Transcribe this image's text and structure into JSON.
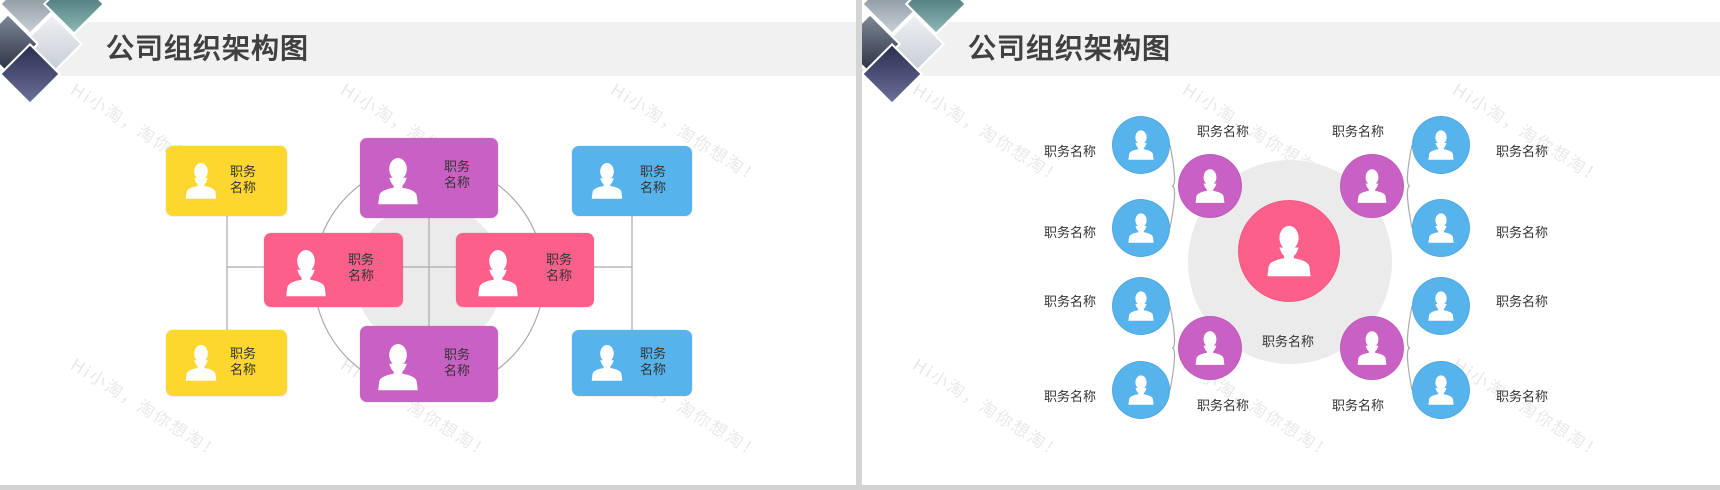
{
  "colors": {
    "yellow": "#fdd62e",
    "purple": "#c961c4",
    "pink": "#fd5f8b",
    "blue": "#56b3eb",
    "header_band": "#f1f1f1",
    "title": "#404040",
    "connector": "#aaaaaa",
    "hub": "#ebebeb"
  },
  "watermark": "Hi小淘，淘你想淘！",
  "slides": [
    {
      "title": "公司组织架构图",
      "cards": [
        {
          "id": "yellow-top",
          "color": "yellow",
          "line1": "职务",
          "line2": "名称"
        },
        {
          "id": "purple-top",
          "color": "purple",
          "line1": "职务",
          "line2": "名称"
        },
        {
          "id": "blue-top",
          "color": "blue",
          "line1": "职务",
          "line2": "名称"
        },
        {
          "id": "pink-left",
          "color": "pink",
          "line1": "职务",
          "line2": "名称"
        },
        {
          "id": "pink-right",
          "color": "pink",
          "line1": "职务",
          "line2": "名称"
        },
        {
          "id": "yellow-bottom",
          "color": "yellow",
          "line1": "职务",
          "line2": "名称"
        },
        {
          "id": "purple-bottom",
          "color": "purple",
          "line1": "职务",
          "line2": "名称"
        },
        {
          "id": "blue-bottom",
          "color": "blue",
          "line1": "职务",
          "line2": "名称"
        }
      ]
    },
    {
      "title": "公司组织架构图",
      "center": {
        "label": "职务名称"
      },
      "managers": [
        {
          "position": "top-left",
          "label": "职务名称"
        },
        {
          "position": "bottom-left",
          "label": "职务名称"
        },
        {
          "position": "top-right",
          "label": "职务名称"
        },
        {
          "position": "bottom-right",
          "label": "职务名称"
        }
      ],
      "staff_left": [
        {
          "label": "职务名称"
        },
        {
          "label": "职务名称"
        },
        {
          "label": "职务名称"
        },
        {
          "label": "职务名称"
        }
      ],
      "staff_right": [
        {
          "label": "职务名称"
        },
        {
          "label": "职务名称"
        },
        {
          "label": "职务名称"
        },
        {
          "label": "职务名称"
        }
      ]
    }
  ]
}
